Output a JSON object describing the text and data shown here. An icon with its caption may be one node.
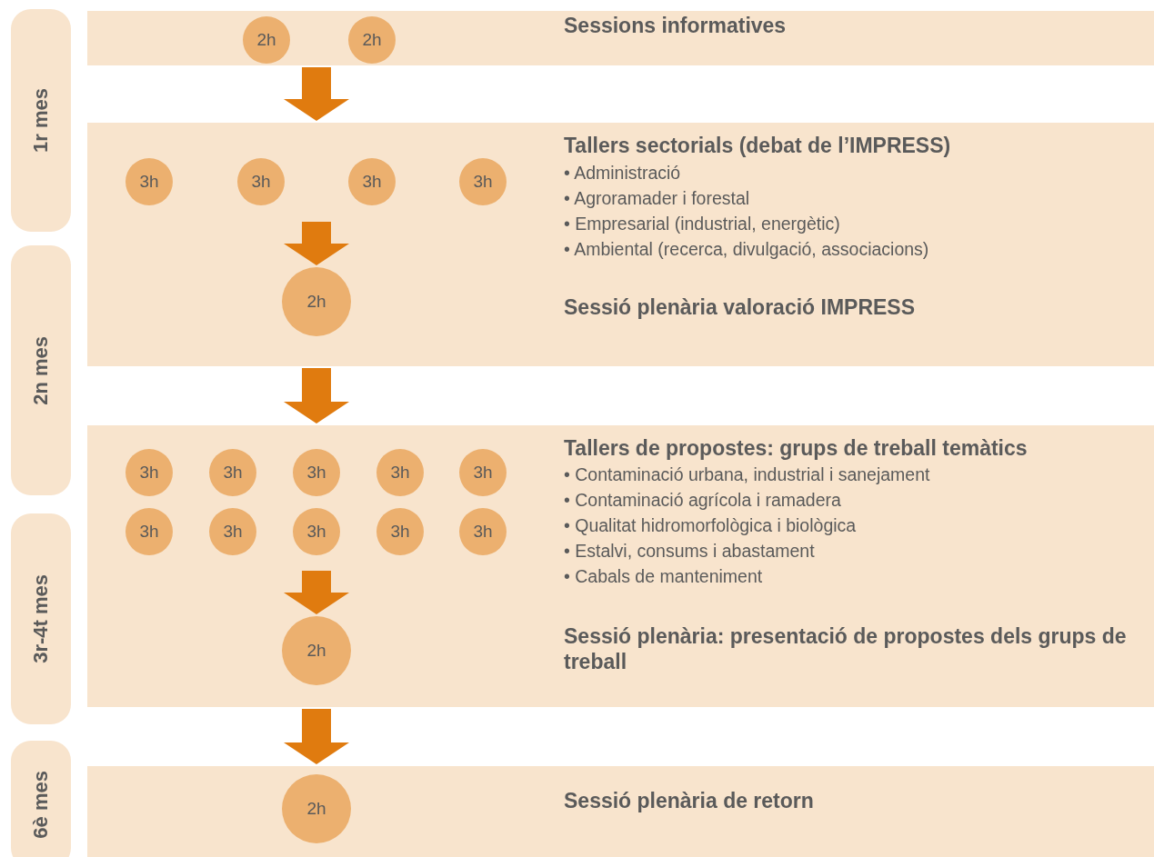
{
  "diagram": {
    "nodes": [
      {
        "text": [
          "1r mes"
        ]
      },
      {
        "text": [
          "Sessions informatives"
        ]
      },
      {
        "text": [
          "2h"
        ],
        "in": 1
      },
      {
        "text": [
          "2h"
        ],
        "in": 1
      },
      {
        "text": [
          "2n mes"
        ]
      },
      {
        "text": [
          "Tallers sectorials (debat de l’IMPRESS)",
          "• Administració",
          "• Agroramader i forestal",
          "• Empresarial (industrial, energètic)",
          "• Ambiental (recerca, divulgació, associacions)",
          "Sessió plenària valoració IMPRESS"
        ]
      },
      {
        "text": [
          "3h"
        ],
        "in": 5
      },
      {
        "text": [
          "3h"
        ],
        "in": 5
      },
      {
        "text": [
          "3h"
        ],
        "in": 5
      },
      {
        "text": [
          "3h"
        ],
        "in": 5
      },
      {
        "text": [
          "2h"
        ],
        "in": 5
      },
      {
        "text": [
          "3r-4t mes"
        ]
      },
      {
        "text": [
          "Tallers de propostes: grups de treball temàtics",
          "• Contaminació urbana, industrial i sanejament",
          "• Contaminació agrícola i ramadera",
          "• Qualitat hidromorfològica i biològica",
          "• Estalvi, consums i abastament",
          "• Cabals de manteniment",
          "Sessió plenària: presentació de propostes dels grups de treball"
        ]
      },
      {
        "text": [
          "3h"
        ],
        "in": 12
      },
      {
        "text": [
          "3h"
        ],
        "in": 12
      },
      {
        "text": [
          "3h"
        ],
        "in": 12
      },
      {
        "text": [
          "3h"
        ],
        "in": 12
      },
      {
        "text": [
          "3h"
        ],
        "in": 12
      },
      {
        "text": [
          "3h"
        ],
        "in": 12
      },
      {
        "text": [
          "3h"
        ],
        "in": 12
      },
      {
        "text": [
          "3h"
        ],
        "in": 12
      },
      {
        "text": [
          "3h"
        ],
        "in": 12
      },
      {
        "text": [
          "3h"
        ],
        "in": 12
      },
      {
        "text": [
          "2h"
        ],
        "in": 12
      },
      {
        "text": [
          "6è mes"
        ]
      },
      {
        "text": [
          "Sessió plenària de retorn"
        ]
      },
      {
        "text": [
          "2h"
        ],
        "in": 25
      }
    ],
    "edges": [
      {
        "from": 1,
        "to": 5,
        "arrow": "to"
      },
      {
        "from": null,
        "to": 10,
        "arrow": "to"
      },
      {
        "from": 5,
        "to": 12,
        "arrow": "to"
      },
      {
        "from": null,
        "to": 23,
        "arrow": "to"
      },
      {
        "from": 12,
        "to": 25,
        "arrow": "to"
      }
    ]
  }
}
